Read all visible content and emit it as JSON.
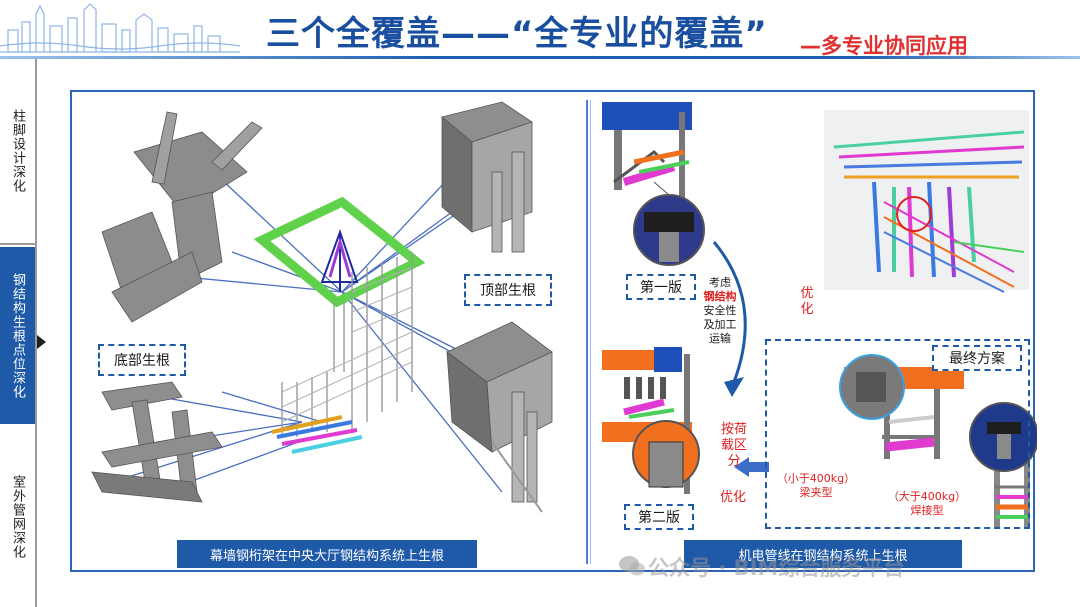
{
  "header": {
    "title": "三个全覆盖——“全专业的覆盖”",
    "subtitle": "—多专业协同应用"
  },
  "sidebar": {
    "items": [
      {
        "label": "柱脚设计深化",
        "active": false
      },
      {
        "label": "钢结构生根点位深化",
        "active": true
      },
      {
        "label": "室外管网深化",
        "active": false
      }
    ]
  },
  "left_panel": {
    "label_bottom_root": "底部生根",
    "label_top_root": "顶部生根",
    "caption": "幕墙钢桁架在中央大厅钢结构系统上生根"
  },
  "right_panel": {
    "version1_label": "第一版",
    "version2_label": "第二版",
    "consider_prefix": "考虑",
    "consider_highlight": "钢结构",
    "consider_suffix": "安全性及加工运输",
    "optimize_top": "优化",
    "load_split": "按荷载区分",
    "optimize_bottom": "优化",
    "final_label": "最终方案",
    "option_small_weight": "（小于400kg）",
    "option_small_type": "梁夹型",
    "option_large_weight": "（大于400kg）",
    "option_large_type": "焊接型",
    "caption": "机电管线在钢结构系统上生根"
  },
  "watermark": "公众号 · BIM综合服务平台",
  "colors": {
    "brand_blue": "#1f5aa8",
    "title_blue": "#1a4fa0",
    "accent_red": "#e02020"
  }
}
